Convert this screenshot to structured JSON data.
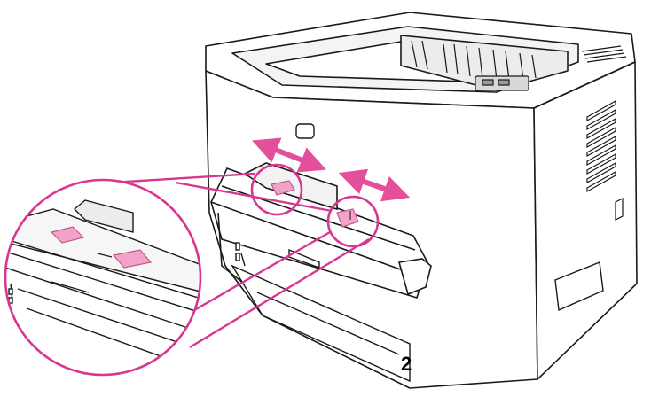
{
  "illustration": {
    "tray_label": "2",
    "colors": {
      "outline": "#1a1a1a",
      "arrow": "#e34f9a",
      "guide_fill": "#f3a3c8",
      "guide_stroke": "#c05a8c",
      "callout": "#d9368f"
    },
    "icons": [
      "printer-illustration",
      "double-arrow-icon",
      "paper-guide-icon",
      "magnifier-callout"
    ]
  }
}
